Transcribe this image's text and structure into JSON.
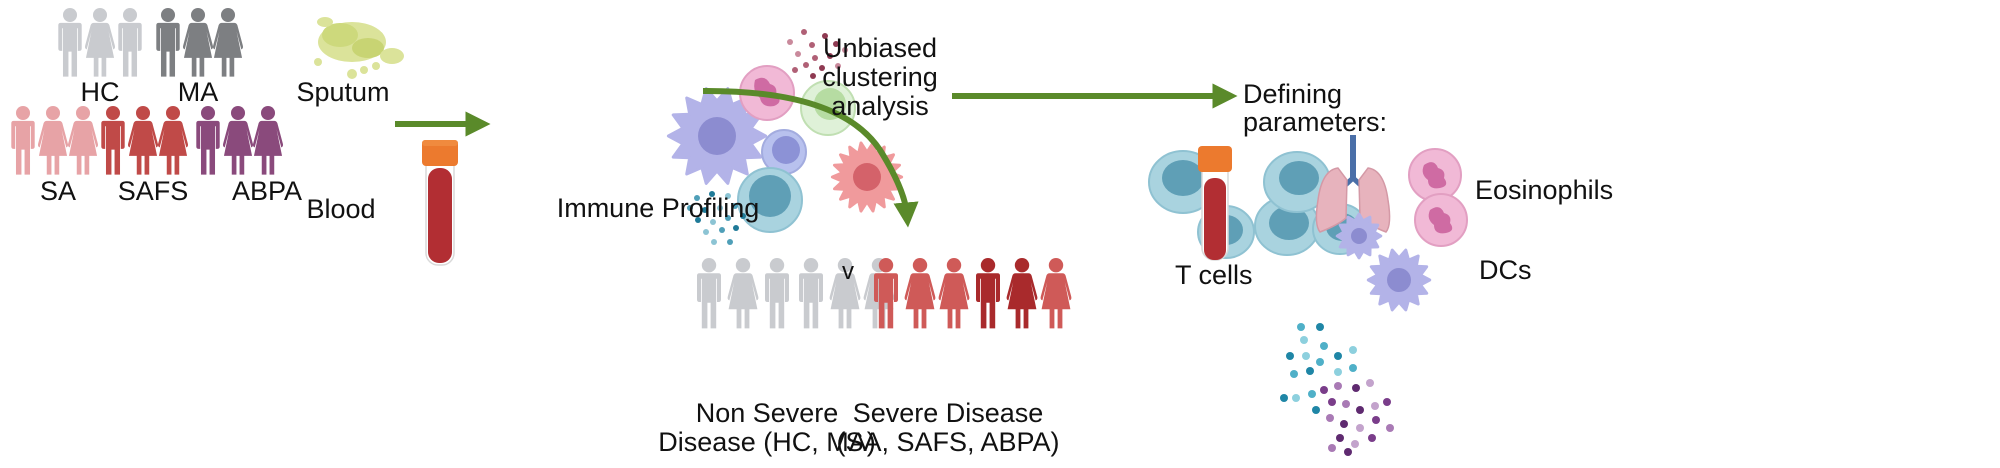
{
  "title": "Immune profiling workflow: patient cohorts to defining parameters",
  "colors": {
    "arrow": "#5a8a2a",
    "hc": "#c9cbcf",
    "ma": "#7d7f82",
    "sa": "#e7a3a6",
    "safs": "#c04a48",
    "abpa": "#8a4a7c",
    "non_severe": "#c9cbcf",
    "severe_light": "#cf5a58",
    "severe_dark": "#a92a2c",
    "tcell": "#a9d3df",
    "tcell_nucleus": "#5f9fb6",
    "eosinophil": "#f1b9d6",
    "eosinophil_nucleus": "#cf6ba3",
    "dc": "#b3b3e8",
    "dc_nucleus": "#8c8cd0",
    "tube_cap": "#ec7a2e",
    "tube_blood": "#b22e33",
    "sputum": "#d6df8e"
  },
  "cohorts": {
    "hc": {
      "label": "HC",
      "figures": [
        "m",
        "f",
        "m"
      ]
    },
    "ma": {
      "label": "MA",
      "figures": [
        "m",
        "f",
        "f"
      ]
    },
    "sa": {
      "label": "SA",
      "figures": [
        "m",
        "f",
        "f"
      ]
    },
    "safs": {
      "label": "SAFS",
      "figures": [
        "m",
        "f",
        "f"
      ]
    },
    "abpa": {
      "label": "ABPA",
      "figures": [
        "m",
        "f",
        "f"
      ]
    }
  },
  "samples": {
    "sputum_label": "Sputum",
    "blood_label": "Blood"
  },
  "profiling": {
    "label": "Immune Profiling"
  },
  "clustering": {
    "label": "Unbiased\nclustering\nanalysis"
  },
  "comparison": {
    "non_severe": {
      "label": "Non Severe\nDisease (HC, MA)",
      "figures": [
        "m",
        "f",
        "m",
        "m",
        "f",
        "f"
      ]
    },
    "versus_label": "v",
    "severe": {
      "label": "Severe Disease\n(SA, SAFS, ABPA)",
      "figures": [
        "m",
        "f",
        "f",
        "m",
        "f",
        "f"
      ]
    }
  },
  "parameters": {
    "heading": "Defining\nparameters:",
    "tcells_label": "T cells",
    "eosinophils_label": "Eosinophils",
    "dcs_label": "DCs"
  }
}
